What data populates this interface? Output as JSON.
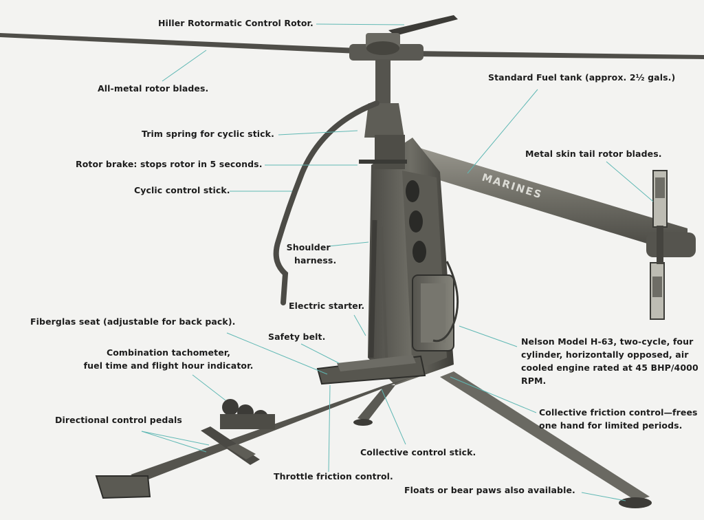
{
  "labels": {
    "control_rotor": "Hiller Rotormatic Control Rotor.",
    "rotor_blades": "All-metal rotor blades.",
    "fuel_tank": "Standard Fuel tank (approx. 2½ gals.)",
    "trim_spring": "Trim spring for cyclic stick.",
    "rotor_brake": "Rotor brake: stops rotor in 5 seconds.",
    "tail_rotor": "Metal skin tail rotor blades.",
    "cyclic_stick": "Cyclic control stick.",
    "shoulder_harness": [
      "Shoulder",
      "harness."
    ],
    "electric_starter": "Electric starter.",
    "fiberglas_seat": "Fiberglas seat (adjustable for back pack).",
    "safety_belt": "Safety belt.",
    "tachometer": [
      "Combination tachometer,",
      "fuel time and flight hour indicator."
    ],
    "engine": [
      "Nelson Model H-63, two-cycle, four",
      "cylinder, horizontally opposed, air",
      "cooled engine rated at 45 BHP/4000",
      "RPM."
    ],
    "directional_pedals": "Directional control pedals",
    "collective_friction": [
      "Collective friction control—frees",
      "one hand for limited periods."
    ],
    "collective_stick": "Collective control stick.",
    "throttle_friction": "Throttle friction control.",
    "floats": "Floats or bear paws also available."
  },
  "tail_boom_marking": "MARINES",
  "colors": {
    "background": "#f3f3f1",
    "leader_line": "#5fb8b4",
    "label_text": "#1c1c1c",
    "metal_dark": "#3a3a36",
    "metal_mid": "#6b6a63"
  }
}
